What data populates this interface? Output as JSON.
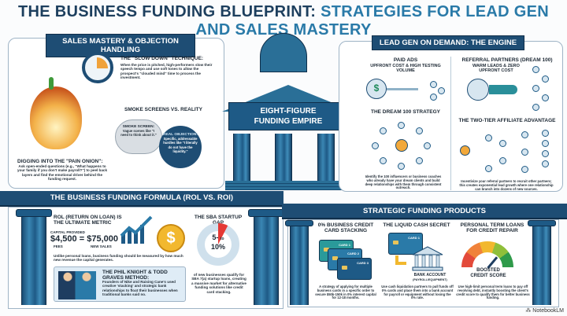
{
  "title": {
    "main": "THE BUSINESS FUNDING BLUEPRINT:",
    "accent": "STRATEGIES FOR LEAD GEN AND SALES MASTERY"
  },
  "sales": {
    "header": "SALES MASTERY & OBJECTION HANDLING",
    "slow_down": {
      "title": "THE \"SLOW DOWN\" TECHNIQUE:",
      "body": "When the price is pitched, high-performers slow their speech tempo and use soft tones to allow the prospect's \"clouded mind\" time to process the investment."
    },
    "smoke_title": "SMOKE SCREENS VS. REALITY",
    "smoke_screen": {
      "title": "SMOKE SCREEN:",
      "body": "Vague scenes like \"I need to think about it.\""
    },
    "real_objection": {
      "title": "REAL OBJECTION:",
      "body": "Specific, addressable hurdles like \"I literally do not have the liquidity.\""
    },
    "pain_onion": {
      "title": "DIGGING INTO THE \"PAIN ONION\":",
      "body": "Ask open-ended questions (e.g., \"What happens to your family if you don't make payroll?\") to peel back layers and find the emotional driver behind the funding request."
    }
  },
  "center": {
    "label_line1": "EIGHT-FIGURE",
    "label_line2": "FUNDING EMPIRE"
  },
  "lead_gen": {
    "header": "LEAD GEN ON DEMAND: THE ENGINE",
    "paid_ads": {
      "title": "PAID ADS",
      "sub": "UPFRONT COST & HIGH TESTING VOLUME"
    },
    "referral": {
      "title": "REFERRAL PARTNERS (DREAM 100)",
      "sub": "WARM LEADS & ZERO UPFRONT COST"
    },
    "dream100": {
      "title": "THE DREAM 100 STRATEGY",
      "body": "Identify the 100 influencers or business coaches who already have your dream clients and build deep relationships with them through consistent outreach."
    },
    "two_tier": {
      "title": "THE TWO-TIER AFFILIATE ADVANTAGE",
      "body": "Incentivize your referral partners to recruit other partners; this creates exponential lead growth where one relationship can branch into dozens of new sources."
    }
  },
  "formula": {
    "header": "THE BUSINESS FUNDING FORMULA (ROL VS. ROI)",
    "rol_title": "ROL (RETURN ON LOAN) IS THE ULTIMATE METRIC",
    "capital_label": "CAPITAL PROVIDED",
    "fees_value": "$4,500",
    "fees_label": "FEES",
    "equals": "=",
    "sales_value": "$75,000",
    "sales_label": "NEW SALES",
    "body": "Unlike personal loans, business funding should be measured by how much new revenue the capital generates.",
    "knight": {
      "title": "THE PHIL KNIGHT & TODD GRAVES METHOD:",
      "body": "Founders of Nike and Raising Cane's used creative 'stacking' and strategic bank relationships to float their businesses when traditional banks said no."
    },
    "sba": {
      "title": "THE SBA STARTUP GAP",
      "value": "5-",
      "value2": "to",
      "value3": "10%",
      "share_percent": 7.5,
      "body": "of new businesses qualify for SBA 7(a) startup loans, creating a massive market for alternative funding solutions like credit card stacking."
    }
  },
  "products": {
    "header": "STRATEGIC FUNDING PRODUCTS",
    "stacking": {
      "title": "0% BUSINESS CREDIT CARD STACKING",
      "cards": [
        "CARD 1",
        "CARD 2",
        "CARD 3"
      ],
      "body": "A strategy of applying for multiple business cards in a specific order to secure $50k-150k in 0% interest capital for 12-18 months."
    },
    "liquid": {
      "title": "THE LIQUID CASH SECRET",
      "card": "CARD 1",
      "bank": "BANK ACCOUNT",
      "bank_sub": "(PAYROLL/EQUIPMENT)",
      "body": "Use cash liquidation partners to pull funds off 0% cards and place them into a bank account for payroll or equipment without losing the 0% rate."
    },
    "term": {
      "title": "PERSONAL TERM LOANS FOR CREDIT REPAIR",
      "gauge_label1": "BOOSTED",
      "gauge_label2": "CREDIT SCORE",
      "body": "Use high-limit personal term loans to pay off revolving debt, instantly boosting the client's credit score to qualify them for better business funding."
    }
  },
  "footer": {
    "brand": "NotebookLM"
  },
  "colors": {
    "navy": "#1e4d74",
    "teal": "#2a7aa8",
    "orange": "#f0a23a",
    "red": "#e53935"
  }
}
